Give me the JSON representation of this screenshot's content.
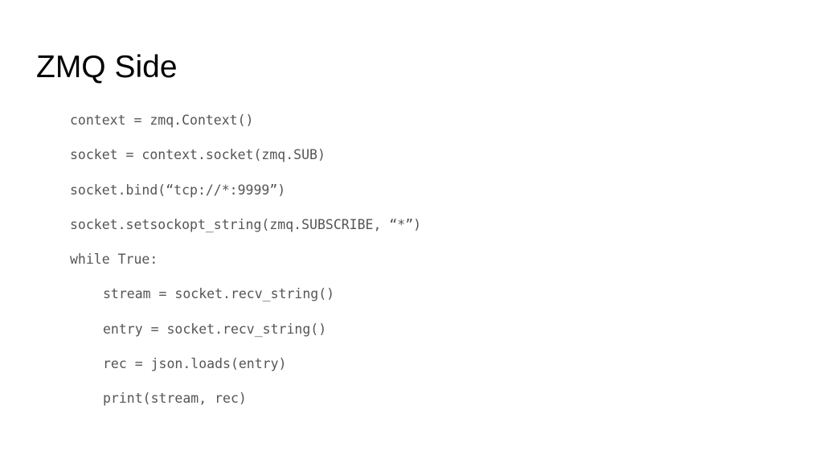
{
  "slide": {
    "title": "ZMQ Side",
    "code_lines": [
      {
        "text": "context = zmq.Context()",
        "indent": 0
      },
      {
        "text": "socket = context.socket(zmq.SUB)",
        "indent": 0
      },
      {
        "text": "socket.bind(“tcp://*:9999”)",
        "indent": 0
      },
      {
        "text": "socket.setsockopt_string(zmq.SUBSCRIBE, “*”)",
        "indent": 0
      },
      {
        "text": "while True:",
        "indent": 0
      },
      {
        "text": "stream = socket.recv_string()",
        "indent": 1
      },
      {
        "text": "entry = socket.recv_string()",
        "indent": 1
      },
      {
        "text": "rec = json.loads(entry)",
        "indent": 1
      },
      {
        "text": "print(stream, rec)",
        "indent": 1
      }
    ]
  }
}
